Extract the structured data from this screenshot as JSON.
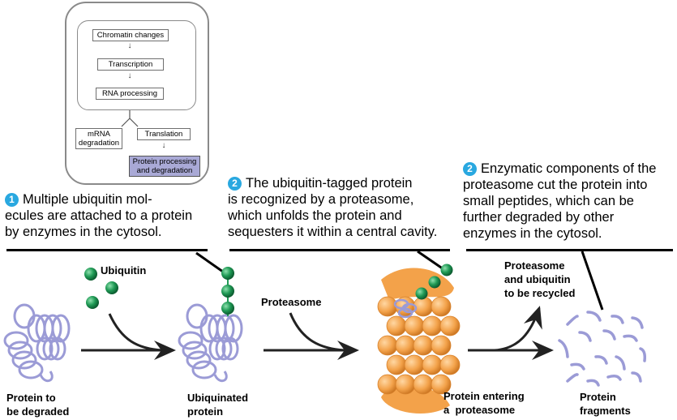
{
  "flowchart": {
    "steps": [
      {
        "label": "Chromatin changes",
        "highlighted": false
      },
      {
        "label": "Transcription",
        "highlighted": false
      },
      {
        "label": "RNA processing",
        "highlighted": false
      },
      {
        "label": "mRNA degradation",
        "highlighted": false
      },
      {
        "label": "Translation",
        "highlighted": false
      },
      {
        "label": "Protein processing and degradation",
        "highlighted": true
      }
    ],
    "mrna_line1": "mRNA",
    "mrna_line2": "degradation",
    "protein_line1": "Protein processing",
    "protein_line2": "and degradation",
    "highlight_color": "#a9a9d6"
  },
  "captions": [
    {
      "number": "1",
      "lines": [
        "Multiple ubiquitin mol-",
        "ecules are attached to a protein",
        "by enzymes in the cytosol."
      ]
    },
    {
      "number": "2",
      "lines": [
        "The ubiquitin-tagged protein",
        "is recognized by a proteasome,",
        "which unfolds the protein and",
        "sequesters it within a central cavity."
      ]
    },
    {
      "number": "2",
      "lines": [
        "Enzymatic components of the",
        "proteasome cut the protein into",
        "small peptides, which can be",
        "further degraded by other",
        "enzymes in the cytosol."
      ]
    }
  ],
  "labels": {
    "protein_to_degrade": [
      "Protein to",
      "be degraded"
    ],
    "ubiquitin": "Ubiquitin",
    "ubiquinated_protein": [
      "Ubiquinated",
      "protein"
    ],
    "proteasome": "Proteasome",
    "protein_entering": [
      "Protein entering",
      "a  proteasome"
    ],
    "recycled": [
      "Proteasome",
      "and ubiquitin",
      "to be recycled"
    ],
    "fragments": [
      "Protein",
      "fragments"
    ]
  },
  "colors": {
    "badge": "#29a8e0",
    "ubiquitin": "#1f9a55",
    "protein": "#9b9bd6",
    "proteasome": "#f2a24a"
  }
}
